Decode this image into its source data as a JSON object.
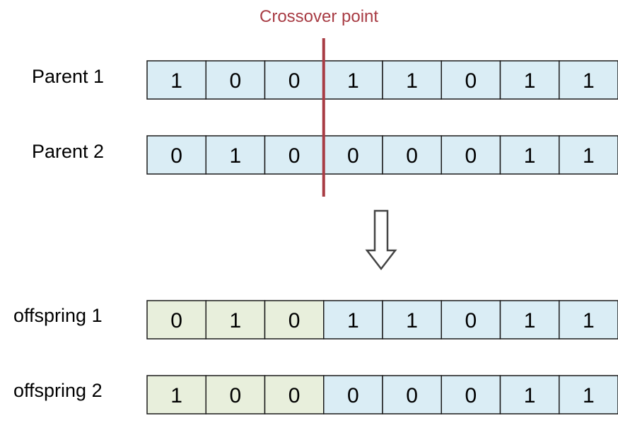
{
  "crossover": {
    "label": "Crossover point",
    "after_bit": 3,
    "color": "#a83c44"
  },
  "colors": {
    "cell_blue": "#daedf5",
    "cell_green": "#e8efdc",
    "cell_border": "#1a1a1a",
    "arrow_stroke": "#444444"
  },
  "rows": [
    {
      "label": "Parent 1",
      "bits": [
        "1",
        "0",
        "0",
        "1",
        "1",
        "0",
        "1",
        "1"
      ],
      "fills": [
        "blue",
        "blue",
        "blue",
        "blue",
        "blue",
        "blue",
        "blue",
        "blue"
      ]
    },
    {
      "label": "Parent 2",
      "bits": [
        "0",
        "1",
        "0",
        "0",
        "0",
        "0",
        "1",
        "1"
      ],
      "fills": [
        "blue",
        "blue",
        "blue",
        "blue",
        "blue",
        "blue",
        "blue",
        "blue"
      ]
    },
    {
      "label": "offspring 1",
      "bits": [
        "0",
        "1",
        "0",
        "1",
        "1",
        "0",
        "1",
        "1"
      ],
      "fills": [
        "green",
        "green",
        "green",
        "blue",
        "blue",
        "blue",
        "blue",
        "blue"
      ]
    },
    {
      "label": "offspring 2",
      "bits": [
        "1",
        "0",
        "0",
        "0",
        "0",
        "0",
        "1",
        "1"
      ],
      "fills": [
        "green",
        "green",
        "green",
        "blue",
        "blue",
        "blue",
        "blue",
        "blue"
      ]
    }
  ]
}
